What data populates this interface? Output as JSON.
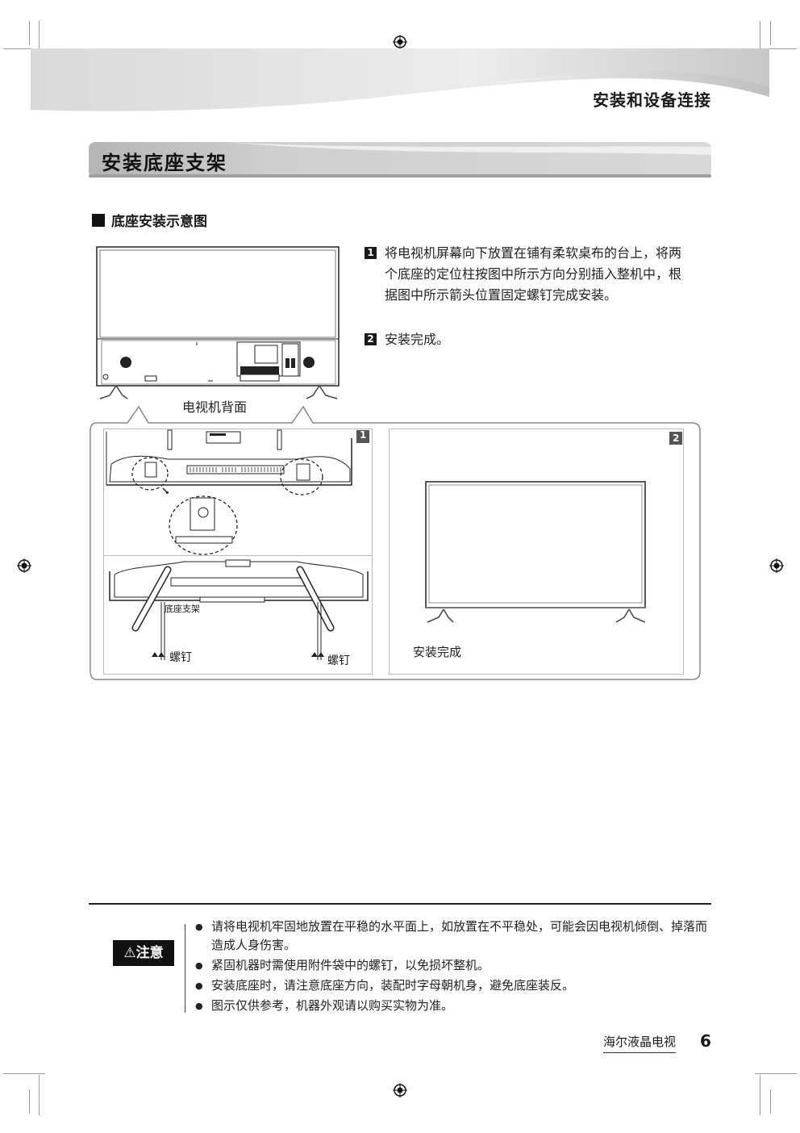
{
  "header": {
    "title": "安装和设备连接"
  },
  "section": {
    "title": "安装底座支架"
  },
  "subheading": {
    "label": "底座安装示意图"
  },
  "steps": [
    {
      "num": "1",
      "text": "将电视机屏幕向下放置在铺有柔软桌布的台上，将两个底座的定位柱按图中所示方向分别插入整机中，根据图中所示箭头位置固定螺钉完成安装。"
    },
    {
      "num": "2",
      "text": "安装完成。"
    }
  ],
  "diagram": {
    "tv_back_label": "电视机背面",
    "panel1_badge": "1",
    "panel2_badge": "2",
    "stand_label": "底座支架",
    "screw_label_left": "螺钉",
    "screw_label_right": "螺钉",
    "complete_label": "安装完成"
  },
  "caution": {
    "badge": "注意",
    "items": [
      "请将电视机牢固地放置在平稳的水平面上，如放置在不平稳处，可能会因电视机倾倒、掉落而造成人身伤害。",
      "紧固机器时需使用附件袋中的螺钉，以免损坏整机。",
      "安装底座时，请注意底座方向，装配时字母朝机身，避免底座装反。",
      "图示仅供参考，机器外观请以购买实物为准。"
    ]
  },
  "footer": {
    "brand": "海尔液晶电视",
    "page": "6"
  }
}
